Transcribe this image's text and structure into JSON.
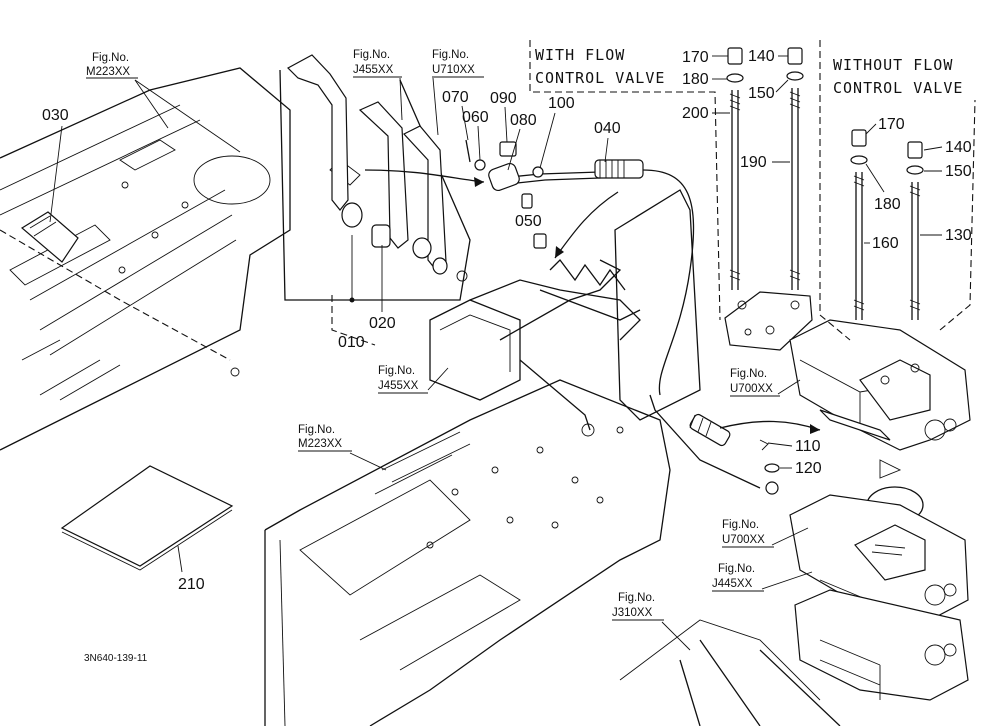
{
  "sections": {
    "with_flow": [
      "WITH FLOW",
      "CONTROL VALVE"
    ],
    "without_flow": [
      "WITHOUT FLOW",
      "CONTROL VALVE"
    ]
  },
  "figure_refs": {
    "m223_top": [
      "Fig.No.",
      "M223XX"
    ],
    "j455_top": [
      "Fig.No.",
      "J455XX"
    ],
    "u710": [
      "Fig.No.",
      "U710XX"
    ],
    "j455_mid": [
      "Fig.No.",
      "J455XX"
    ],
    "m223_mid": [
      "Fig.No.",
      "M223XX"
    ],
    "u700_top": [
      "Fig.No.",
      "U700XX"
    ],
    "u700_bot": [
      "Fig.No.",
      "U700XX"
    ],
    "j445": [
      "Fig.No.",
      "J445XX"
    ],
    "j310": [
      "Fig.No.",
      "J310XX"
    ]
  },
  "parts": {
    "p010": "010",
    "p020": "020",
    "p030": "030",
    "p040": "040",
    "p050": "050",
    "p060": "060",
    "p070": "070",
    "p080": "080",
    "p090": "090",
    "p100": "100",
    "p110": "110",
    "p120": "120",
    "p130": "130",
    "p140a": "140",
    "p140b": "140",
    "p150a": "150",
    "p150b": "150",
    "p160": "160",
    "p170a": "170",
    "p170b": "170",
    "p180a": "180",
    "p180b": "180",
    "p190": "190",
    "p200": "200",
    "p210": "210"
  },
  "drawing_code": "3N640-139-11"
}
